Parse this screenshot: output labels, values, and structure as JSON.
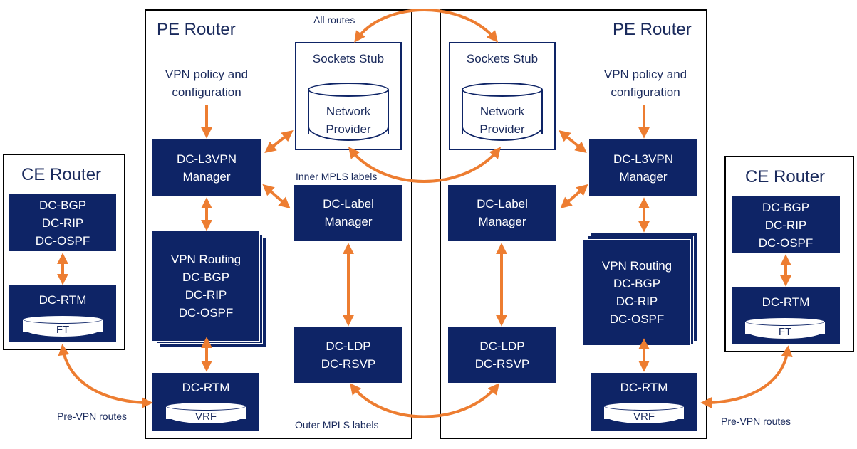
{
  "left_ce": {
    "title": "CE Router",
    "protocols": [
      "DC-BGP",
      "DC-RIP",
      "DC-OSPF"
    ],
    "rtm": "DC-RTM",
    "table": "FT"
  },
  "left_pe": {
    "title": "PE Router",
    "policy": [
      "VPN policy and",
      "configuration"
    ],
    "l3vpn": [
      "DC-L3VPN",
      "Manager"
    ],
    "vpn_routing": [
      "VPN Routing",
      "DC-BGP",
      "DC-RIP",
      "DC-OSPF"
    ],
    "rtm": "DC-RTM",
    "table": "VRF",
    "stub": "Sockets Stub",
    "provider": [
      "Network",
      "Provider"
    ],
    "label_mgr": [
      "DC-Label",
      "Manager"
    ],
    "ldp": [
      "DC-LDP",
      "DC-RSVP"
    ]
  },
  "right_pe": {
    "title": "PE Router",
    "policy": [
      "VPN policy and",
      "configuration"
    ],
    "l3vpn": [
      "DC-L3VPN",
      "Manager"
    ],
    "vpn_routing": [
      "VPN Routing",
      "DC-BGP",
      "DC-RIP",
      "DC-OSPF"
    ],
    "rtm": "DC-RTM",
    "table": "VRF",
    "stub": "Sockets Stub",
    "provider": [
      "Network",
      "Provider"
    ],
    "label_mgr": [
      "DC-Label",
      "Manager"
    ],
    "ldp": [
      "DC-LDP",
      "DC-RSVP"
    ]
  },
  "right_ce": {
    "title": "CE Router",
    "protocols": [
      "DC-BGP",
      "DC-RIP",
      "DC-OSPF"
    ],
    "rtm": "DC-RTM",
    "table": "FT"
  },
  "annotations": {
    "all_routes": "All routes",
    "inner_labels": "Inner MPLS labels",
    "outer_labels": "Outer MPLS labels",
    "pre_vpn_left": "Pre-VPN routes",
    "pre_vpn_right": "Pre-VPN routes"
  },
  "colors": {
    "box": "#0e2466",
    "arrow": "#ed7d31",
    "text": "#1a2a5c"
  }
}
